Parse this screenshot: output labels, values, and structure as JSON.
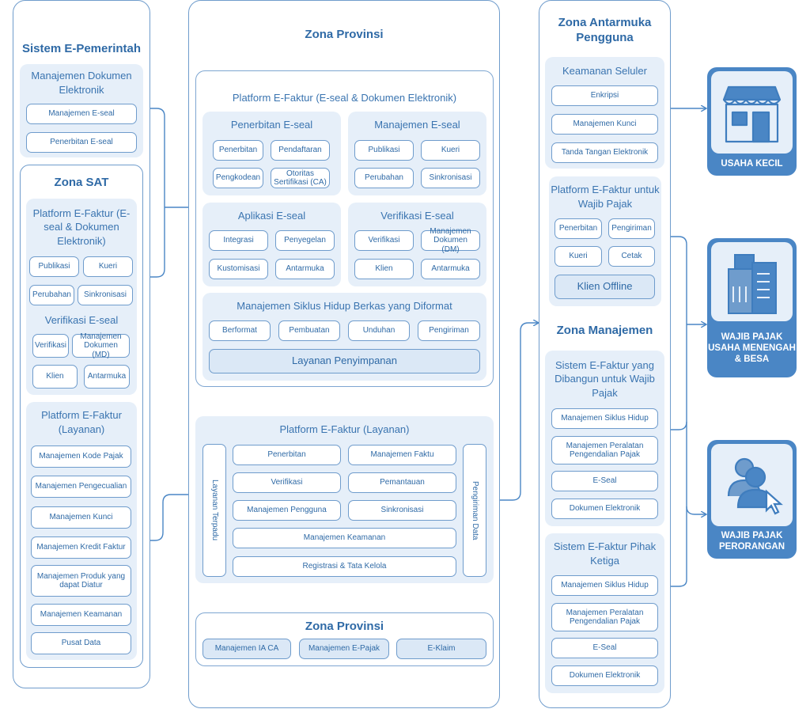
{
  "left": {
    "pemerintah": {
      "title": "Sistem E-Pemerintah",
      "panel_title": "Manajemen Dokumen Elektronik",
      "items": [
        "Manajemen E-seal",
        "Penerbitan E-seal"
      ]
    },
    "sat": {
      "title": "Zona SAT",
      "platform_title": "Platform E-Faktur (E-seal & Dokumen Elektronik)",
      "platform_items": [
        "Publikasi",
        "Kueri",
        "Perubahan",
        "Sinkronisasi"
      ],
      "verif_title": "Verifikasi E-seal",
      "verif_items": [
        "Verifikasi",
        "Manajemen Dokumen (MD)",
        "Klien",
        "Antarmuka"
      ],
      "layanan_title": "Platform E-Faktur (Layanan)",
      "layanan_items": [
        "Manajemen Kode Pajak",
        "Manajemen Pengecualian",
        "Manajemen Kunci",
        "Manajemen Kredit Faktur",
        "Manajemen Produk yang dapat Diatur",
        "Manajemen Keamanan",
        "Pusat Data"
      ]
    }
  },
  "center": {
    "title": "Zona Provinsi",
    "eseal_platform": {
      "title": "Platform E-Faktur (E-seal & Dokumen Elektronik)",
      "penerbitan": {
        "title": "Penerbitan E-seal",
        "items": [
          "Penerbitan",
          "Pendaftaran",
          "Pengkodean",
          "Otoritas Sertifikasi (CA)"
        ]
      },
      "manajemen": {
        "title": "Manajemen E-seal",
        "items": [
          "Publikasi",
          "Kueri",
          "Perubahan",
          "Sinkronisasi"
        ]
      },
      "aplikasi": {
        "title": "Aplikasi E-seal",
        "items": [
          "Integrasi",
          "Penyegelan",
          "Kustomisasi",
          "Antarmuka"
        ]
      },
      "verifikasi": {
        "title": "Verifikasi E-seal",
        "items": [
          "Verifikasi",
          "Manajemen Dokumen (DM)",
          "Klien",
          "Antarmuka"
        ]
      },
      "siklus": {
        "title": "Manajemen Siklus Hidup Berkas yang Diformat",
        "items": [
          "Berformat",
          "Pembuatan",
          "Unduhan",
          "Pengiriman"
        ],
        "storage": "Layanan Penyimpanan"
      }
    },
    "layanan_platform": {
      "title": "Platform E-Faktur (Layanan)",
      "left_vertical": "Layanan Terpadu",
      "right_vertical": "Pengiriman Data",
      "items": [
        "Penerbitan",
        "Manajemen Faktu",
        "Verifikasi",
        "Pemantauan",
        "Manajemen Pengguna",
        "Sinkronisasi"
      ],
      "wide_items": [
        "Manajemen Keamanan",
        "Registrasi & Tata Kelola"
      ]
    },
    "bottom": {
      "title": "Zona Provinsi",
      "items": [
        "Manajemen IA CA",
        "Manajemen E-Pajak",
        "E-Klaim"
      ]
    }
  },
  "right": {
    "title": "Zona Antarmuka Pengguna",
    "keamanan": {
      "title": "Keamanan Seluler",
      "items": [
        "Enkripsi",
        "Manajemen Kunci",
        "Tanda Tangan Elektronik"
      ]
    },
    "wajib_pajak": {
      "title": "Platform E-Faktur untuk Wajib Pajak",
      "items": [
        "Penerbitan",
        "Pengiriman",
        "Kueri",
        "Cetak"
      ],
      "offline": "Klien Offline"
    },
    "manajemen_title": "Zona Manajemen",
    "sistem_wp": {
      "title": "Sistem E-Faktur yang Dibangun untuk Wajib Pajak",
      "items": [
        "Manajemen Siklus Hidup",
        "Manajemen Peralatan Pengendalian Pajak",
        "E-Seal",
        "Dokumen Elektronik"
      ]
    },
    "pihak_ketiga": {
      "title": "Sistem E-Faktur Pihak Ketiga",
      "items": [
        "Manajemen Siklus Hidup",
        "Manajemen Peralatan Pengendalian Pajak",
        "E-Seal",
        "Dokumen Elektronik"
      ]
    }
  },
  "cards": [
    {
      "label": "USAHA KECIL",
      "icon": "shop-icon"
    },
    {
      "label": "WAJIB PAJAK USAHA MENENGAH & BESA",
      "icon": "building-icon"
    },
    {
      "label": "WAJIB PAJAK PERORANGAN",
      "icon": "users-icon"
    }
  ],
  "colors": {
    "accent": "#4a86c5",
    "light": "#e6eff9",
    "line": "#4a86c5"
  }
}
